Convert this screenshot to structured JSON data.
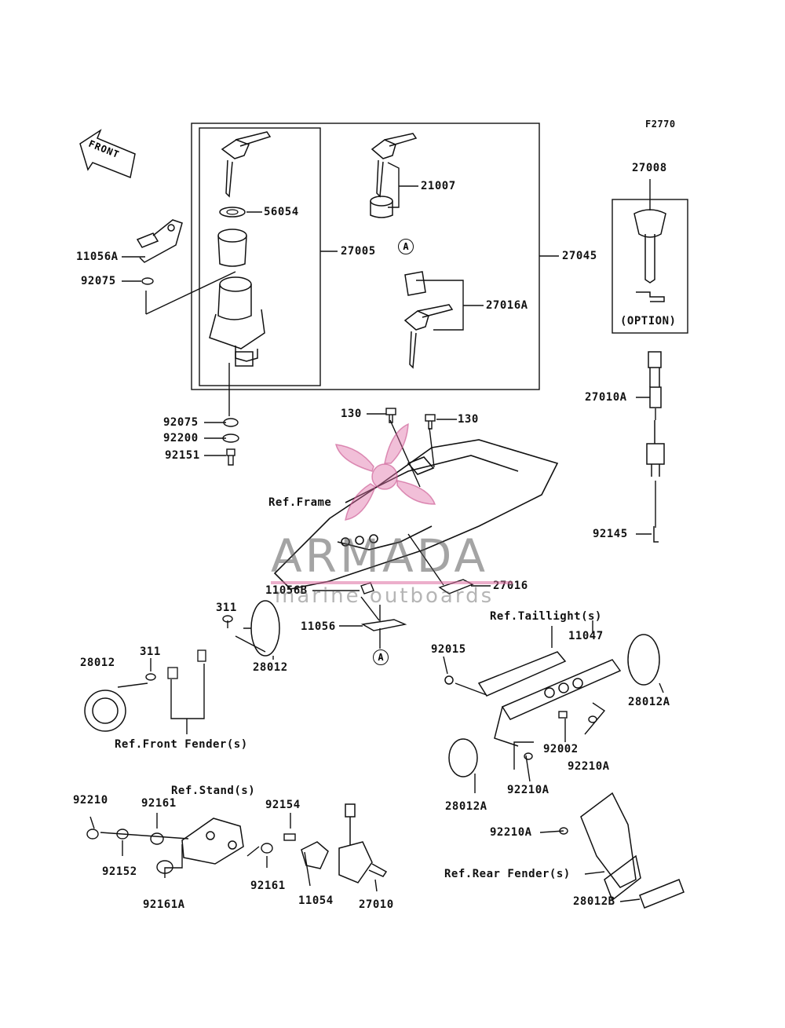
{
  "figure_code": "F2770",
  "front_label": "FRONT",
  "option_label": "(OPTION)",
  "callout_letter": "A",
  "watermark": {
    "brand": "ARMADA",
    "tagline": "marine outboards",
    "accent": "#e070a8"
  },
  "parts": {
    "p11056A": "11056A",
    "p92075_top": "92075",
    "p56054": "56054",
    "p27005": "27005",
    "p21007": "21007",
    "p27016A": "27016A",
    "p27045": "27045",
    "p27008": "27008",
    "p27010A": "27010A",
    "p92075_bot": "92075",
    "p92200": "92200",
    "p92151": "92151",
    "p130_left": "130",
    "p130_right": "130",
    "p92145": "92145",
    "p11056B": "11056B",
    "p27016": "27016",
    "p11056": "11056",
    "p311_top": "311",
    "p311_mid": "311",
    "p28012_left": "28012",
    "p28012_mid": "28012",
    "p92015": "92015",
    "p11047": "11047",
    "p28012A_right": "28012A",
    "p92002": "92002",
    "p92210A_a": "92210A",
    "p92210A_b": "92210A",
    "p28012A_bot": "28012A",
    "p92210": "92210",
    "p92161_a": "92161",
    "p92152": "92152",
    "p92161A": "92161A",
    "p92154": "92154",
    "p92161_b": "92161",
    "p11054": "11054",
    "p27010": "27010",
    "p92210A_c": "92210A",
    "p28012B": "28012B"
  },
  "refs": {
    "frame": "Ref.Frame",
    "taillight": "Ref.Taillight(s)",
    "front_fender": "Ref.Front Fender(s)",
    "stand": "Ref.Stand(s)",
    "rear_fender": "Ref.Rear Fender(s)"
  }
}
